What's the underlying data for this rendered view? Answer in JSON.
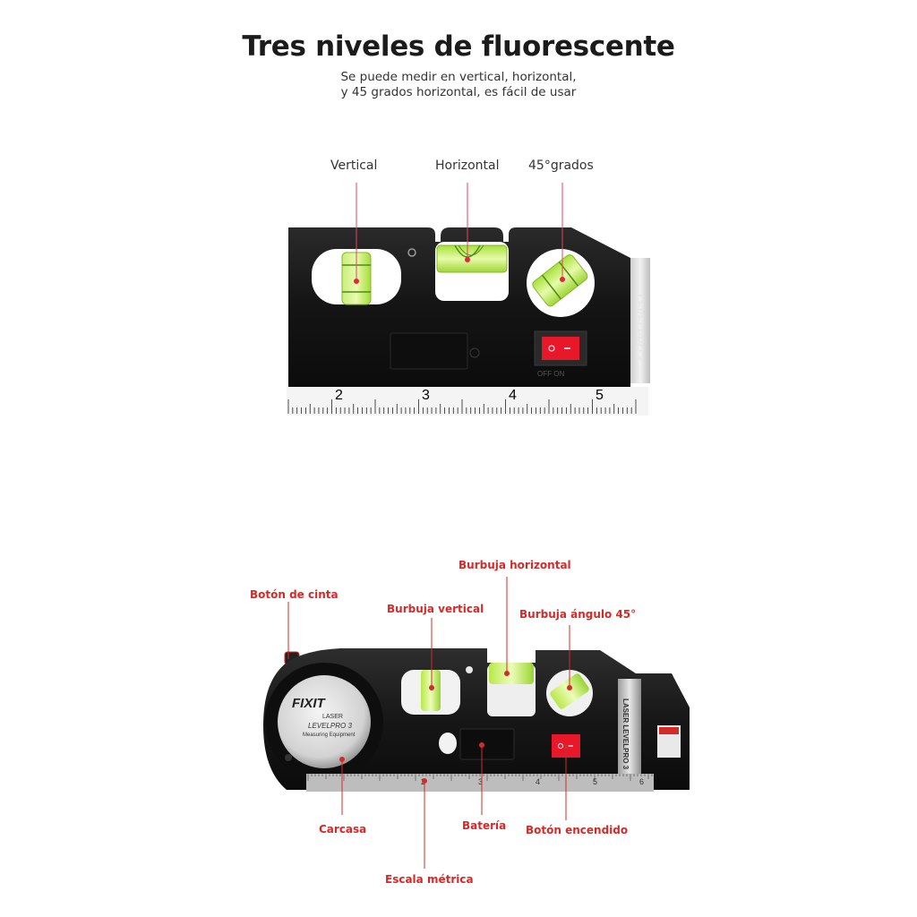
{
  "header": {
    "title": "Tres niveles de fluorescente",
    "subtitle_line1": "Se puede medir en vertical, horizontal,",
    "subtitle_line2": "y 45 grados horizontal, es fácil de usar"
  },
  "top_figure": {
    "labels": {
      "vertical": "Vertical",
      "horizontal": "Horizontal",
      "angle": "45°grados"
    },
    "side_text": "LEVELPRO 3",
    "switch_text": "OFF ON",
    "ruler_numbers": [
      "2",
      "3",
      "4",
      "5"
    ]
  },
  "bottom_figure": {
    "labels": {
      "tape_button": "Botón de cinta",
      "bubble_vertical": "Burbuja vertical",
      "bubble_horizontal": "Burbuja horizontal",
      "bubble_angle": "Burbuja ángulo 45°",
      "housing": "Carcasa",
      "battery": "Batería",
      "power_button": "Botón encendido",
      "metric_scale": "Escala métrica"
    },
    "brand": "FIXIT",
    "brand_sub1": "LASER",
    "brand_sub2": "LEVELPRO 3",
    "brand_sub3": "Measuring Equipment",
    "side_text": "LASER LEVELPRO 3",
    "ruler_numbers": [
      "2",
      "3",
      "4",
      "5",
      "6"
    ]
  },
  "colors": {
    "accent_red": "#d42a2a",
    "bubble_green": "#a9e23a",
    "body_black": "#141414"
  }
}
